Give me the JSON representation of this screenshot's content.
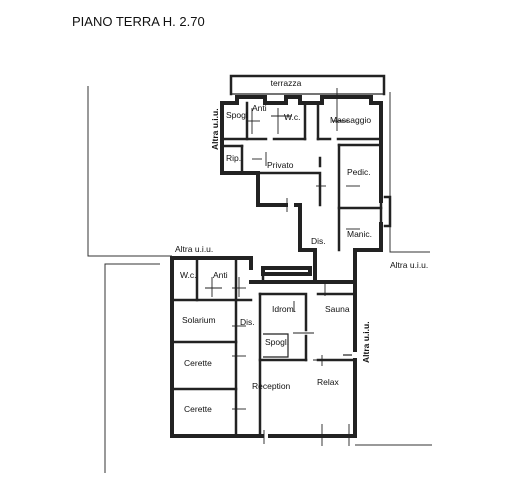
{
  "title": "PIANO TERRA H. 2.70",
  "labels": {
    "terrazza": "terrazza",
    "spogl_top": "Spogl",
    "anti_top": "Anti",
    "wc_top": "W.c.",
    "massaggio": "Massaggio",
    "rip": "Rip.",
    "privato": "Privato",
    "pedic": "Pedic.",
    "manic": "Manic.",
    "dis_top": "Dis.",
    "altra_top": "Altra u.i.u.",
    "altra_left": "Altra u.i.u.",
    "altra_right_top": "Altra u.i.u.",
    "altra_right": "Altra u.i.u.",
    "wc_bottom": "W.c.",
    "anti_bottom": "Anti",
    "solarium": "Solarium",
    "dis_bottom": "Dis.",
    "idrom": "Idrom.",
    "sauna": "Sauna",
    "spogl_bottom": "Spogl.",
    "cerette_1": "Cerette",
    "cerette_2": "Cerette",
    "reception": "Reception",
    "relax": "Relax"
  }
}
